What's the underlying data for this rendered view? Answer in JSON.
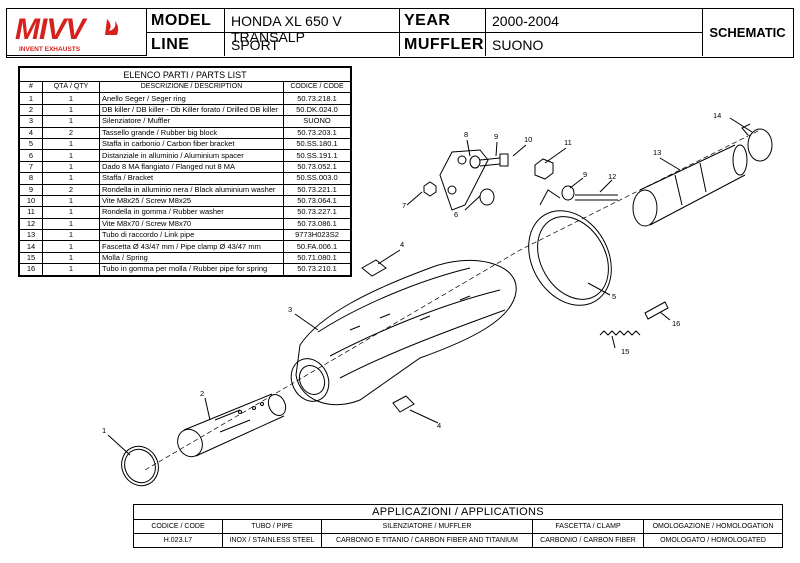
{
  "brand": {
    "name": "MIVV",
    "tagline": "INVENT EXHAUSTS",
    "color": "#d6211f"
  },
  "header": {
    "model_label": "MODEL",
    "model_value": "HONDA XL 650 V TRANSALP",
    "year_label": "YEAR",
    "year_value": "2000-2004",
    "line_label": "LINE",
    "line_value": "SPORT",
    "muffler_label": "MUFFLER",
    "muffler_value": "SUONO",
    "schematic_label": "SCHEMATIC"
  },
  "parts": {
    "title": "ELENCO PARTI / PARTS LIST",
    "columns": [
      "#",
      "QTÀ / QTY",
      "DESCRIZIONE / DESCRIPTION",
      "CODICE / CODE"
    ],
    "rows": [
      [
        "1",
        "1",
        "Anello Seger / Seger ring",
        "50.73.218.1"
      ],
      [
        "2",
        "1",
        "DB killer / DB killer - Db Killer forato / Drilled DB killer",
        "50.DK.024.0"
      ],
      [
        "3",
        "1",
        "Silenziatore / Muffler",
        "SUONO"
      ],
      [
        "4",
        "2",
        "Tassello grande / Rubber big block",
        "50.73.203.1"
      ],
      [
        "5",
        "1",
        "Staffa in carbonio / Carbon fiber bracket",
        "50.SS.180.1"
      ],
      [
        "6",
        "1",
        "Distanziale in alluminio / Aluminium spacer",
        "50.SS.191.1"
      ],
      [
        "7",
        "1",
        "Dado 8 MA flangiato / Flanged nut 8 MA",
        "50.73.052.1"
      ],
      [
        "8",
        "1",
        "Staffa / Bracket",
        "50.SS.003.0"
      ],
      [
        "9",
        "2",
        "Rondella in alluminio nera / Black aluminium washer",
        "50.73.221.1"
      ],
      [
        "10",
        "1",
        "Vite M8x25 / Screw M8x25",
        "50.73.064.1"
      ],
      [
        "11",
        "1",
        "Rondella in gomma / Rubber washer",
        "50.73.227.1"
      ],
      [
        "12",
        "1",
        "Vite M8x70 / Screw M8x70",
        "50.73.086.1"
      ],
      [
        "13",
        "1",
        "Tubo di raccordo / Link pipe",
        "9773H023S2"
      ],
      [
        "14",
        "1",
        "Fascetta Ø 43/47 mm / Pipe clamp Ø 43/47 mm",
        "50.FA.006.1"
      ],
      [
        "15",
        "1",
        "Molla / Spring",
        "50.71.080.1"
      ],
      [
        "16",
        "1",
        "Tubo in gomma per molla / Rubber pipe for spring",
        "50.73.210.1"
      ]
    ]
  },
  "applications": {
    "title": "APPLICAZIONI / APPLICATIONS",
    "columns": [
      "CODICE / CODE",
      "TUBO / PIPE",
      "SILENZIATORE / MUFFLER",
      "FASCETTA / CLAMP",
      "OMOLOGAZIONE / HOMOLOGATION"
    ],
    "row": [
      "H.023.L7",
      "INOX / STAINLESS STEEL",
      "CARBONIO E TITANIO / CARBON FIBER AND TITANIUM",
      "CARBONIO / CARBON FIBER",
      "OMOLOGATO / HOMOLOGATED"
    ]
  },
  "callouts": [
    "1",
    "2",
    "3",
    "4",
    "4",
    "5",
    "6",
    "7",
    "8",
    "9",
    "9",
    "10",
    "11",
    "12",
    "13",
    "14",
    "15",
    "16"
  ]
}
